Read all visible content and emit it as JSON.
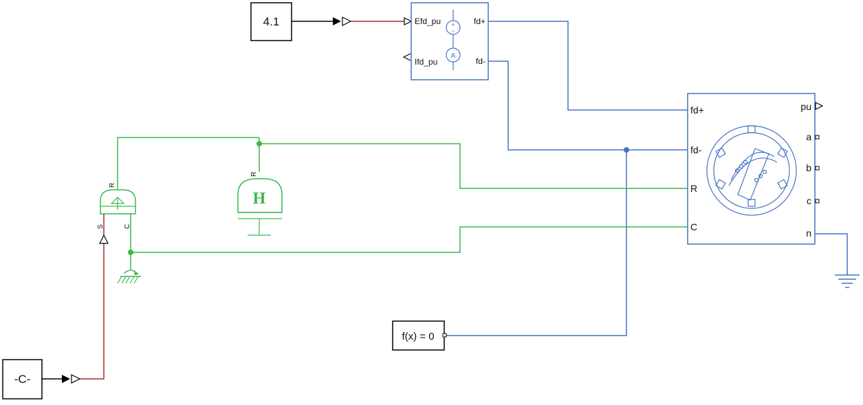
{
  "blocks": {
    "constant_top": {
      "value": "4.1"
    },
    "constant_bottom": {
      "value": "-C-"
    },
    "solver": {
      "label": "f(x) = 0"
    },
    "exciter": {
      "efd_port": "Efd_pu",
      "ifd_port": "Ifd_pu",
      "fd_plus": "fd+",
      "fd_minus": "fd-",
      "ammeter": "A"
    },
    "machine": {
      "fd_plus": "fd+",
      "fd_minus": "fd-",
      "r_port": "R",
      "c_port": "C",
      "pu_port": "pu",
      "a_port": "a",
      "b_port": "b",
      "c_phase_port": "c",
      "n_port": "n"
    },
    "ideal_rot_source": {
      "r_port": "R",
      "c_port": "C",
      "s_port": "S"
    },
    "inertia": {
      "letter": "H",
      "r_port": "R"
    }
  },
  "colors": {
    "electrical": "#4472c4",
    "mechanical": "#3cb84a",
    "signal": "#000000",
    "physical_signal": "#a52a2a"
  }
}
